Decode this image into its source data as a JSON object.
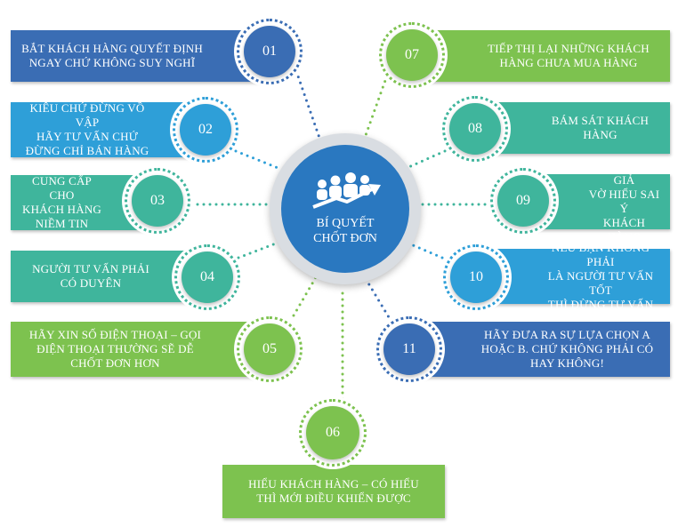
{
  "center": {
    "title": "BÍ QUYẾT\nCHỐT ĐƠN",
    "icon": "rising-team-arrow-icon"
  },
  "colors": {
    "navy": "#3a6db4",
    "blue": "#2e9fd8",
    "teal": "#3fb59c",
    "green": "#7dc24f",
    "hub_blue": "#2a78c0",
    "hub_ring": "#d9dde2"
  },
  "tips": [
    {
      "number": "01",
      "text": "BẮT KHÁCH HÀNG QUYẾT ĐỊNH\nNGAY CHỨ KHÔNG SUY NGHĨ"
    },
    {
      "number": "02",
      "text": "KIÊU CHỨ ĐỪNG VỒ VẬP\nHÃY TƯ VẤN CHỨ\nĐỪNG CHỈ BÁN HÀNG"
    },
    {
      "number": "03",
      "text": "CUNG CẤP CHO\nKHÁCH HÀNG\nNIỀM TIN"
    },
    {
      "number": "04",
      "text": "NGƯỜI TƯ VẤN PHẢI\nCÓ DUYÊN"
    },
    {
      "number": "05",
      "text": "HÃY XIN SỐ ĐIỆN THOẠI – GỌI\nĐIỆN THOẠI THƯỜNG SẼ DỄ\nCHỐT ĐƠN HƠN"
    },
    {
      "number": "06",
      "text": "HIỂU KHÁCH HÀNG – CÓ HIỂU\nTHÌ MỚI ĐIỀU KHIỂN ĐƯỢC"
    },
    {
      "number": "07",
      "text": "TIẾP THỊ LẠI NHỮNG KHÁCH\nHÀNG CHƯA MUA HÀNG"
    },
    {
      "number": "08",
      "text": "BÁM SÁT KHÁCH HÀNG"
    },
    {
      "number": "09",
      "text": "ĐỀ NGHỊ VÀ GIẢ\nVỜ HIỂU SAI Ý\nKHÁCH HÀNG"
    },
    {
      "number": "10",
      "text": "NẾU BẠN KHÔNG PHẢI\nLÀ NGƯỜI TƯ VẤN TỐT\nTHÌ ĐỪNG TƯ VẤN"
    },
    {
      "number": "11",
      "text": "HÃY ĐƯA RA SỰ LỰA CHỌN A\nHOẶC B. CHỨ KHÔNG PHẢI CÓ\nHAY KHÔNG!"
    }
  ]
}
